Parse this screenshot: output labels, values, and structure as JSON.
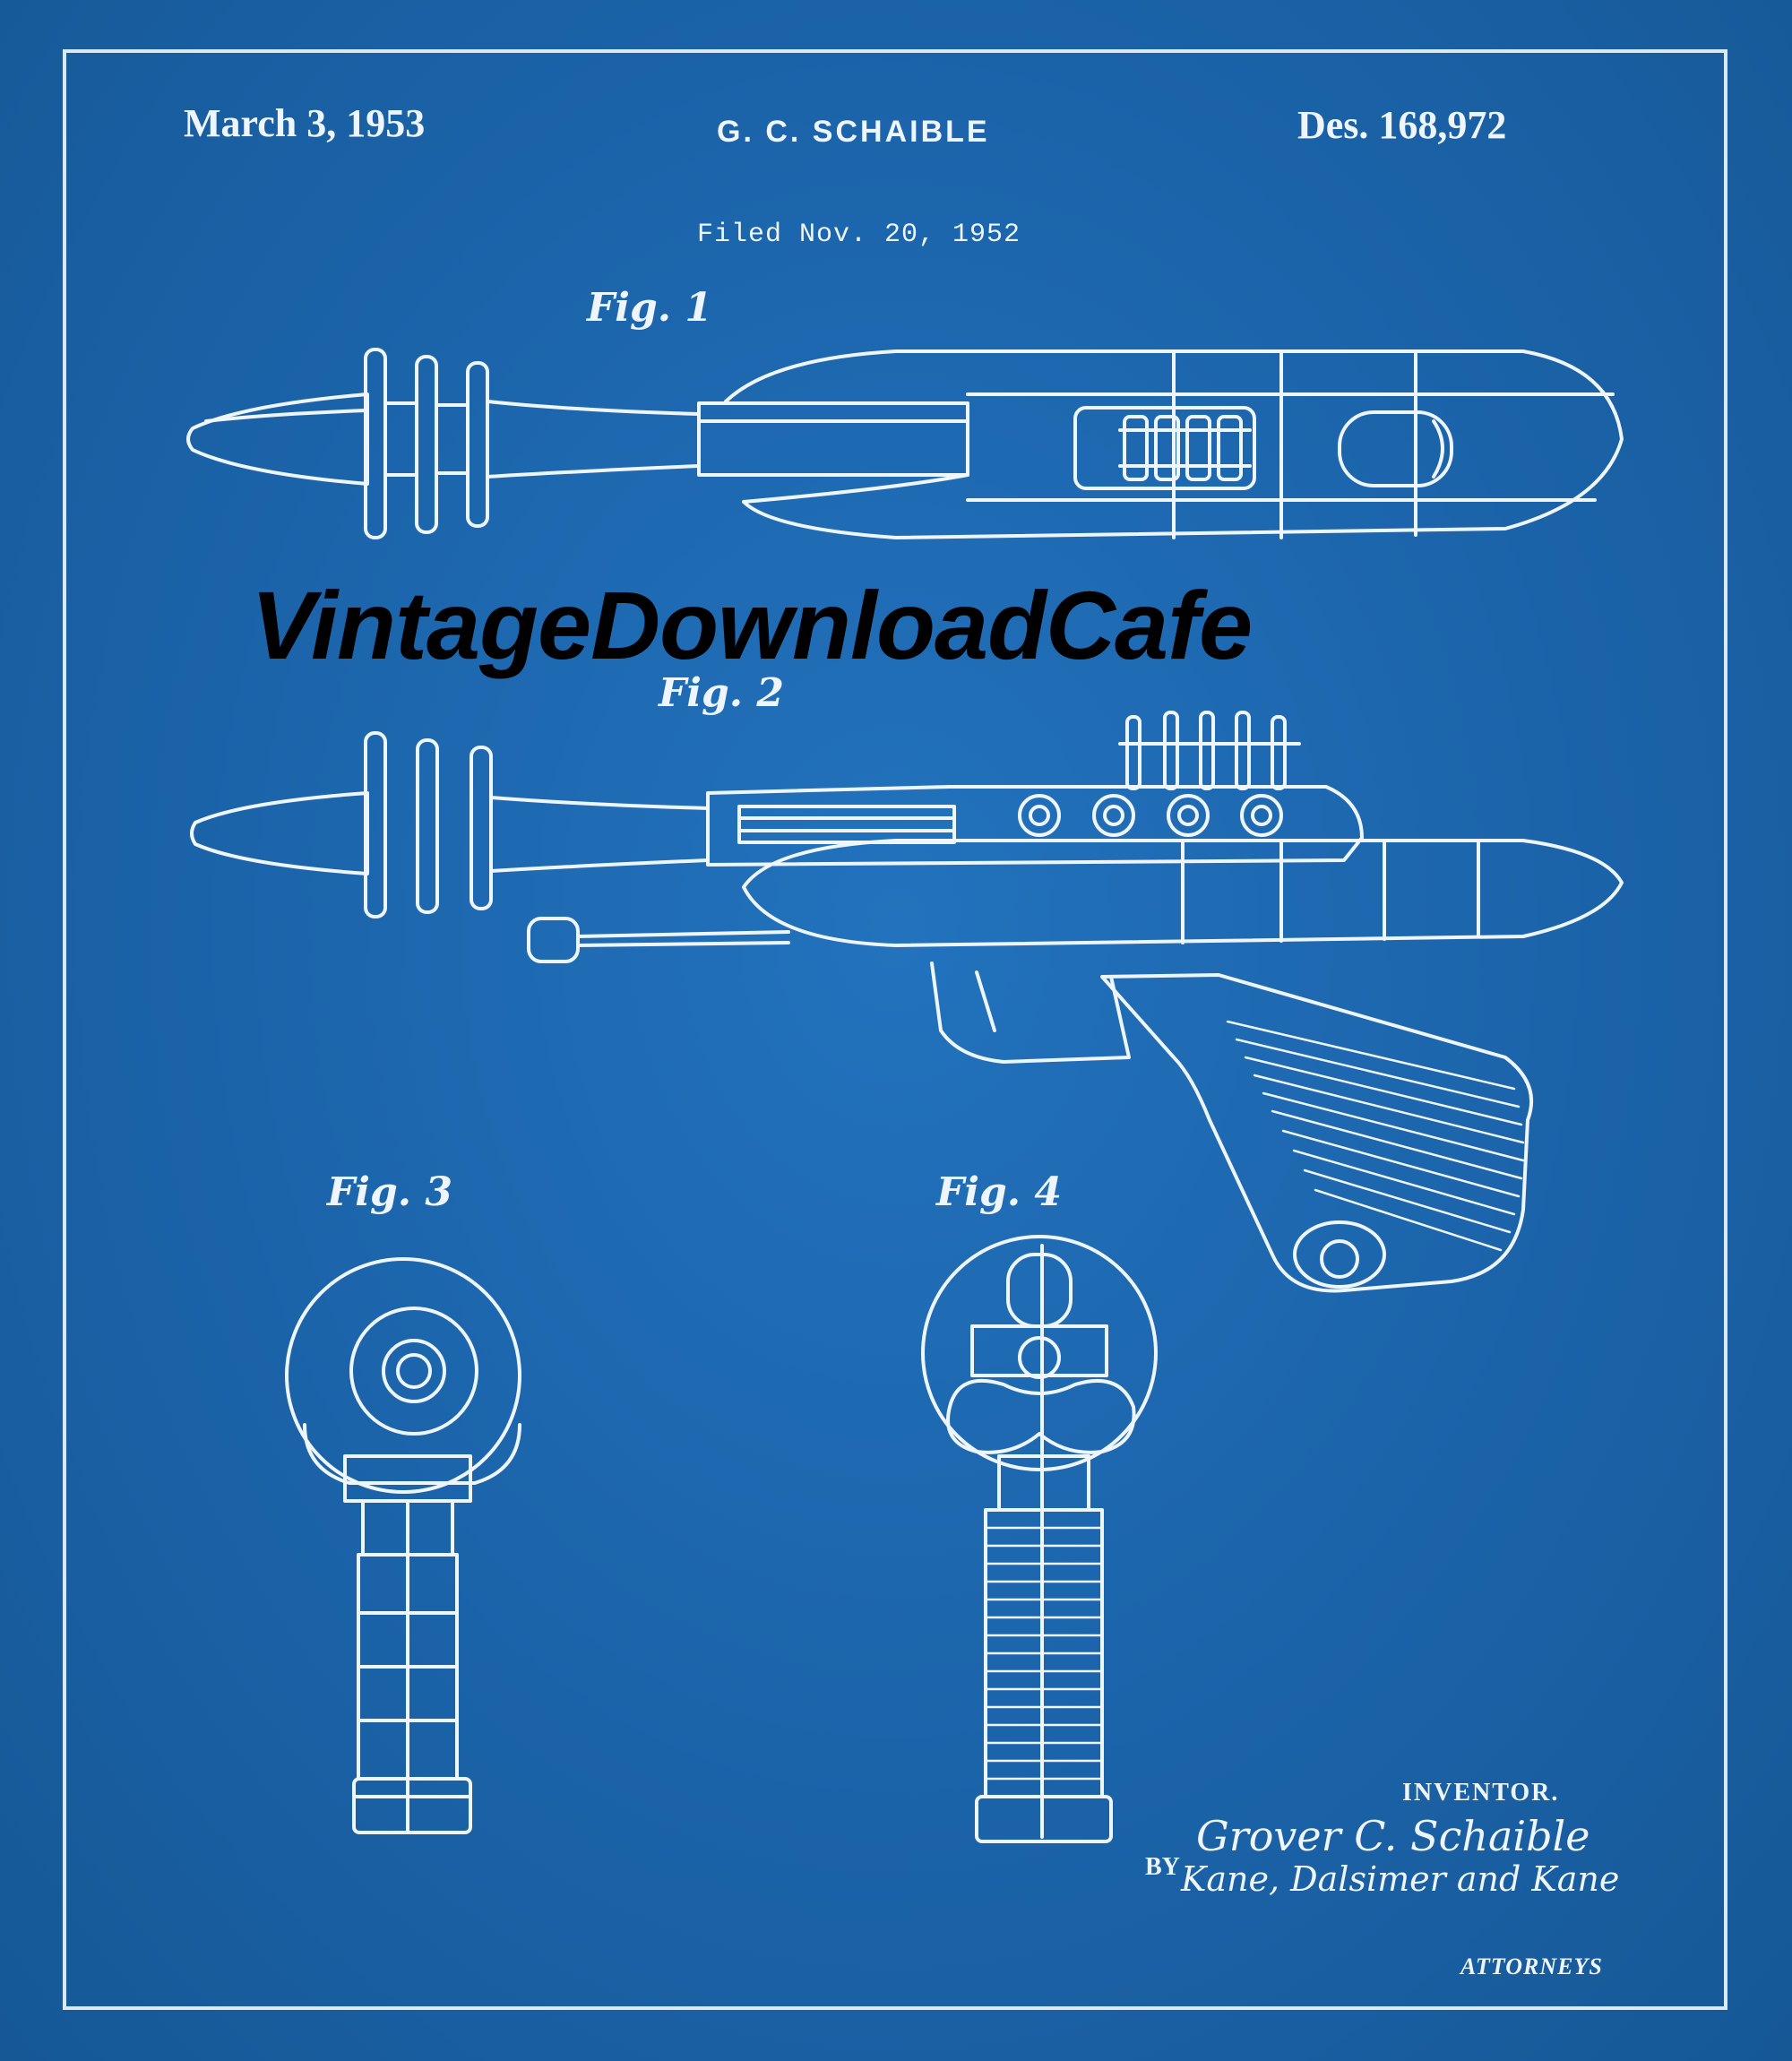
{
  "header": {
    "date": "March 3, 1953",
    "inventor": "G. C. SCHAIBLE",
    "design_number": "Des. 168,972",
    "filed": "Filed Nov. 20, 1952"
  },
  "figures": {
    "fig1": "Fig. 1",
    "fig2": "Fig. 2",
    "fig3": "Fig. 3",
    "fig4": "Fig. 4"
  },
  "watermark": "VintageDownloadCafe",
  "signature": {
    "label": "INVENTOR.",
    "name": "Grover C. Schaible",
    "by": "BY",
    "attorneys_name": "Kane, Dalsimer and Kane",
    "role": "ATTORNEYS"
  },
  "colors": {
    "background": "#1b63a9",
    "line": "#eef5fc",
    "watermark": "#000000"
  }
}
